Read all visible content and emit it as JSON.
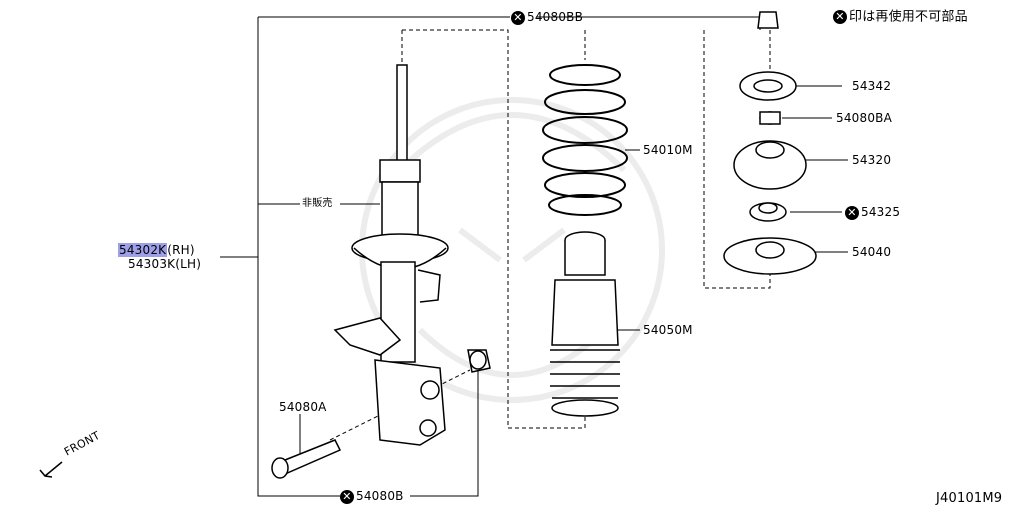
{
  "legend": {
    "mark": "✕",
    "text": "印は再使用不可部品"
  },
  "part_labels": {
    "p54080BB": "54080BB",
    "p54342": "54342",
    "p54080BA": "54080BA",
    "p54010M": "54010M",
    "p54320": "54320",
    "p54325": "54325",
    "p54040": "54040",
    "p54050M": "54050M",
    "p54080A": "54080A",
    "p54080B": "54080B",
    "not_for_sale": "非販売",
    "strut_rh_code": "54302K",
    "strut_rh_side": "(RH)",
    "strut_lh": "54303K(LH)"
  },
  "direction": "FRONT",
  "diagram_id": "J40101M9",
  "colors": {
    "highlight": "#9da0e8",
    "line": "#000000",
    "watermark": "#e8e8e8"
  }
}
